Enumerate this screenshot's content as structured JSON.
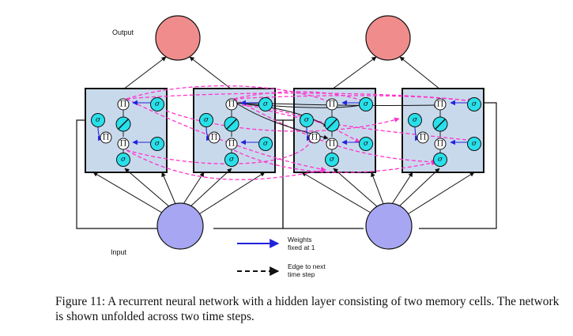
{
  "diagram": {
    "output_label": "Output",
    "input_label": "Input",
    "legend_weights_line1": "Weights",
    "legend_weights_line2": "fixed at 1",
    "legend_edge_line1": "Edge to next",
    "legend_edge_line2": "time step",
    "sigma_symbol": "σ",
    "pi_symbol": "Π",
    "colors": {
      "output_node": "#f08c8c",
      "input_node": "#a6a6f2",
      "cell_box": "#c9d9ec",
      "gate_node": "#29e0ea",
      "multiply_node": "#ffffff",
      "recurrent_edge": "#ff33cc",
      "fixed_weight_edge": "#2222dd",
      "edge": "#111111"
    }
  },
  "caption": {
    "text": "Figure 11: A recurrent neural network with a hidden layer consisting of two memory cells. The network is shown unfolded across two time steps."
  }
}
